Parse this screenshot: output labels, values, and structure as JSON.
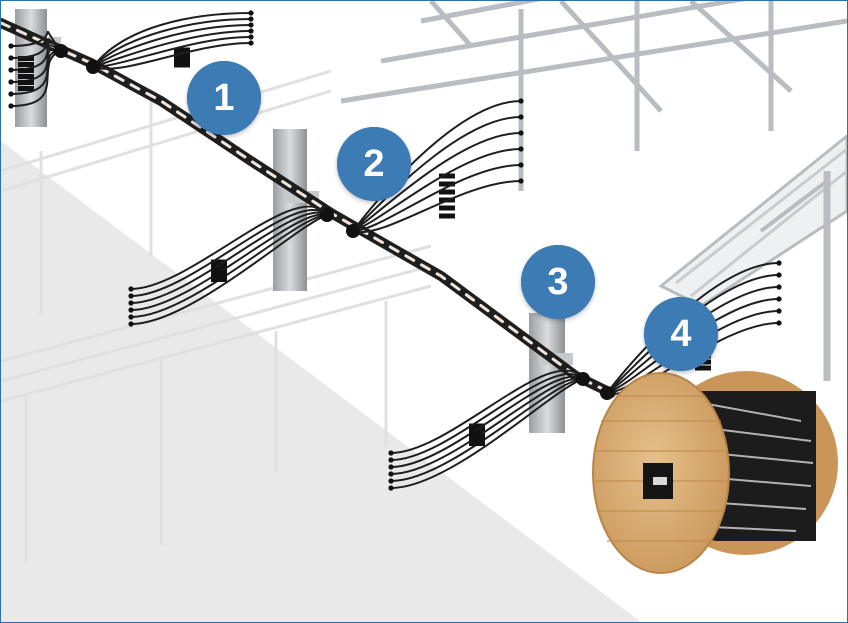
{
  "badges": [
    {
      "label": "1"
    },
    {
      "label": "2"
    },
    {
      "label": "3"
    },
    {
      "label": "4"
    }
  ],
  "colors": {
    "badge": "#3d7bb4",
    "frame": "#2f6fa8",
    "ground_shadow": "#e8e8e8",
    "rack": "#b9bcc0",
    "cable": "#1e1e1e",
    "drum_wood": "#d9b07a"
  },
  "icons": [
    "solar-rack",
    "trunk-cable",
    "branch-connector",
    "cable-drum"
  ]
}
